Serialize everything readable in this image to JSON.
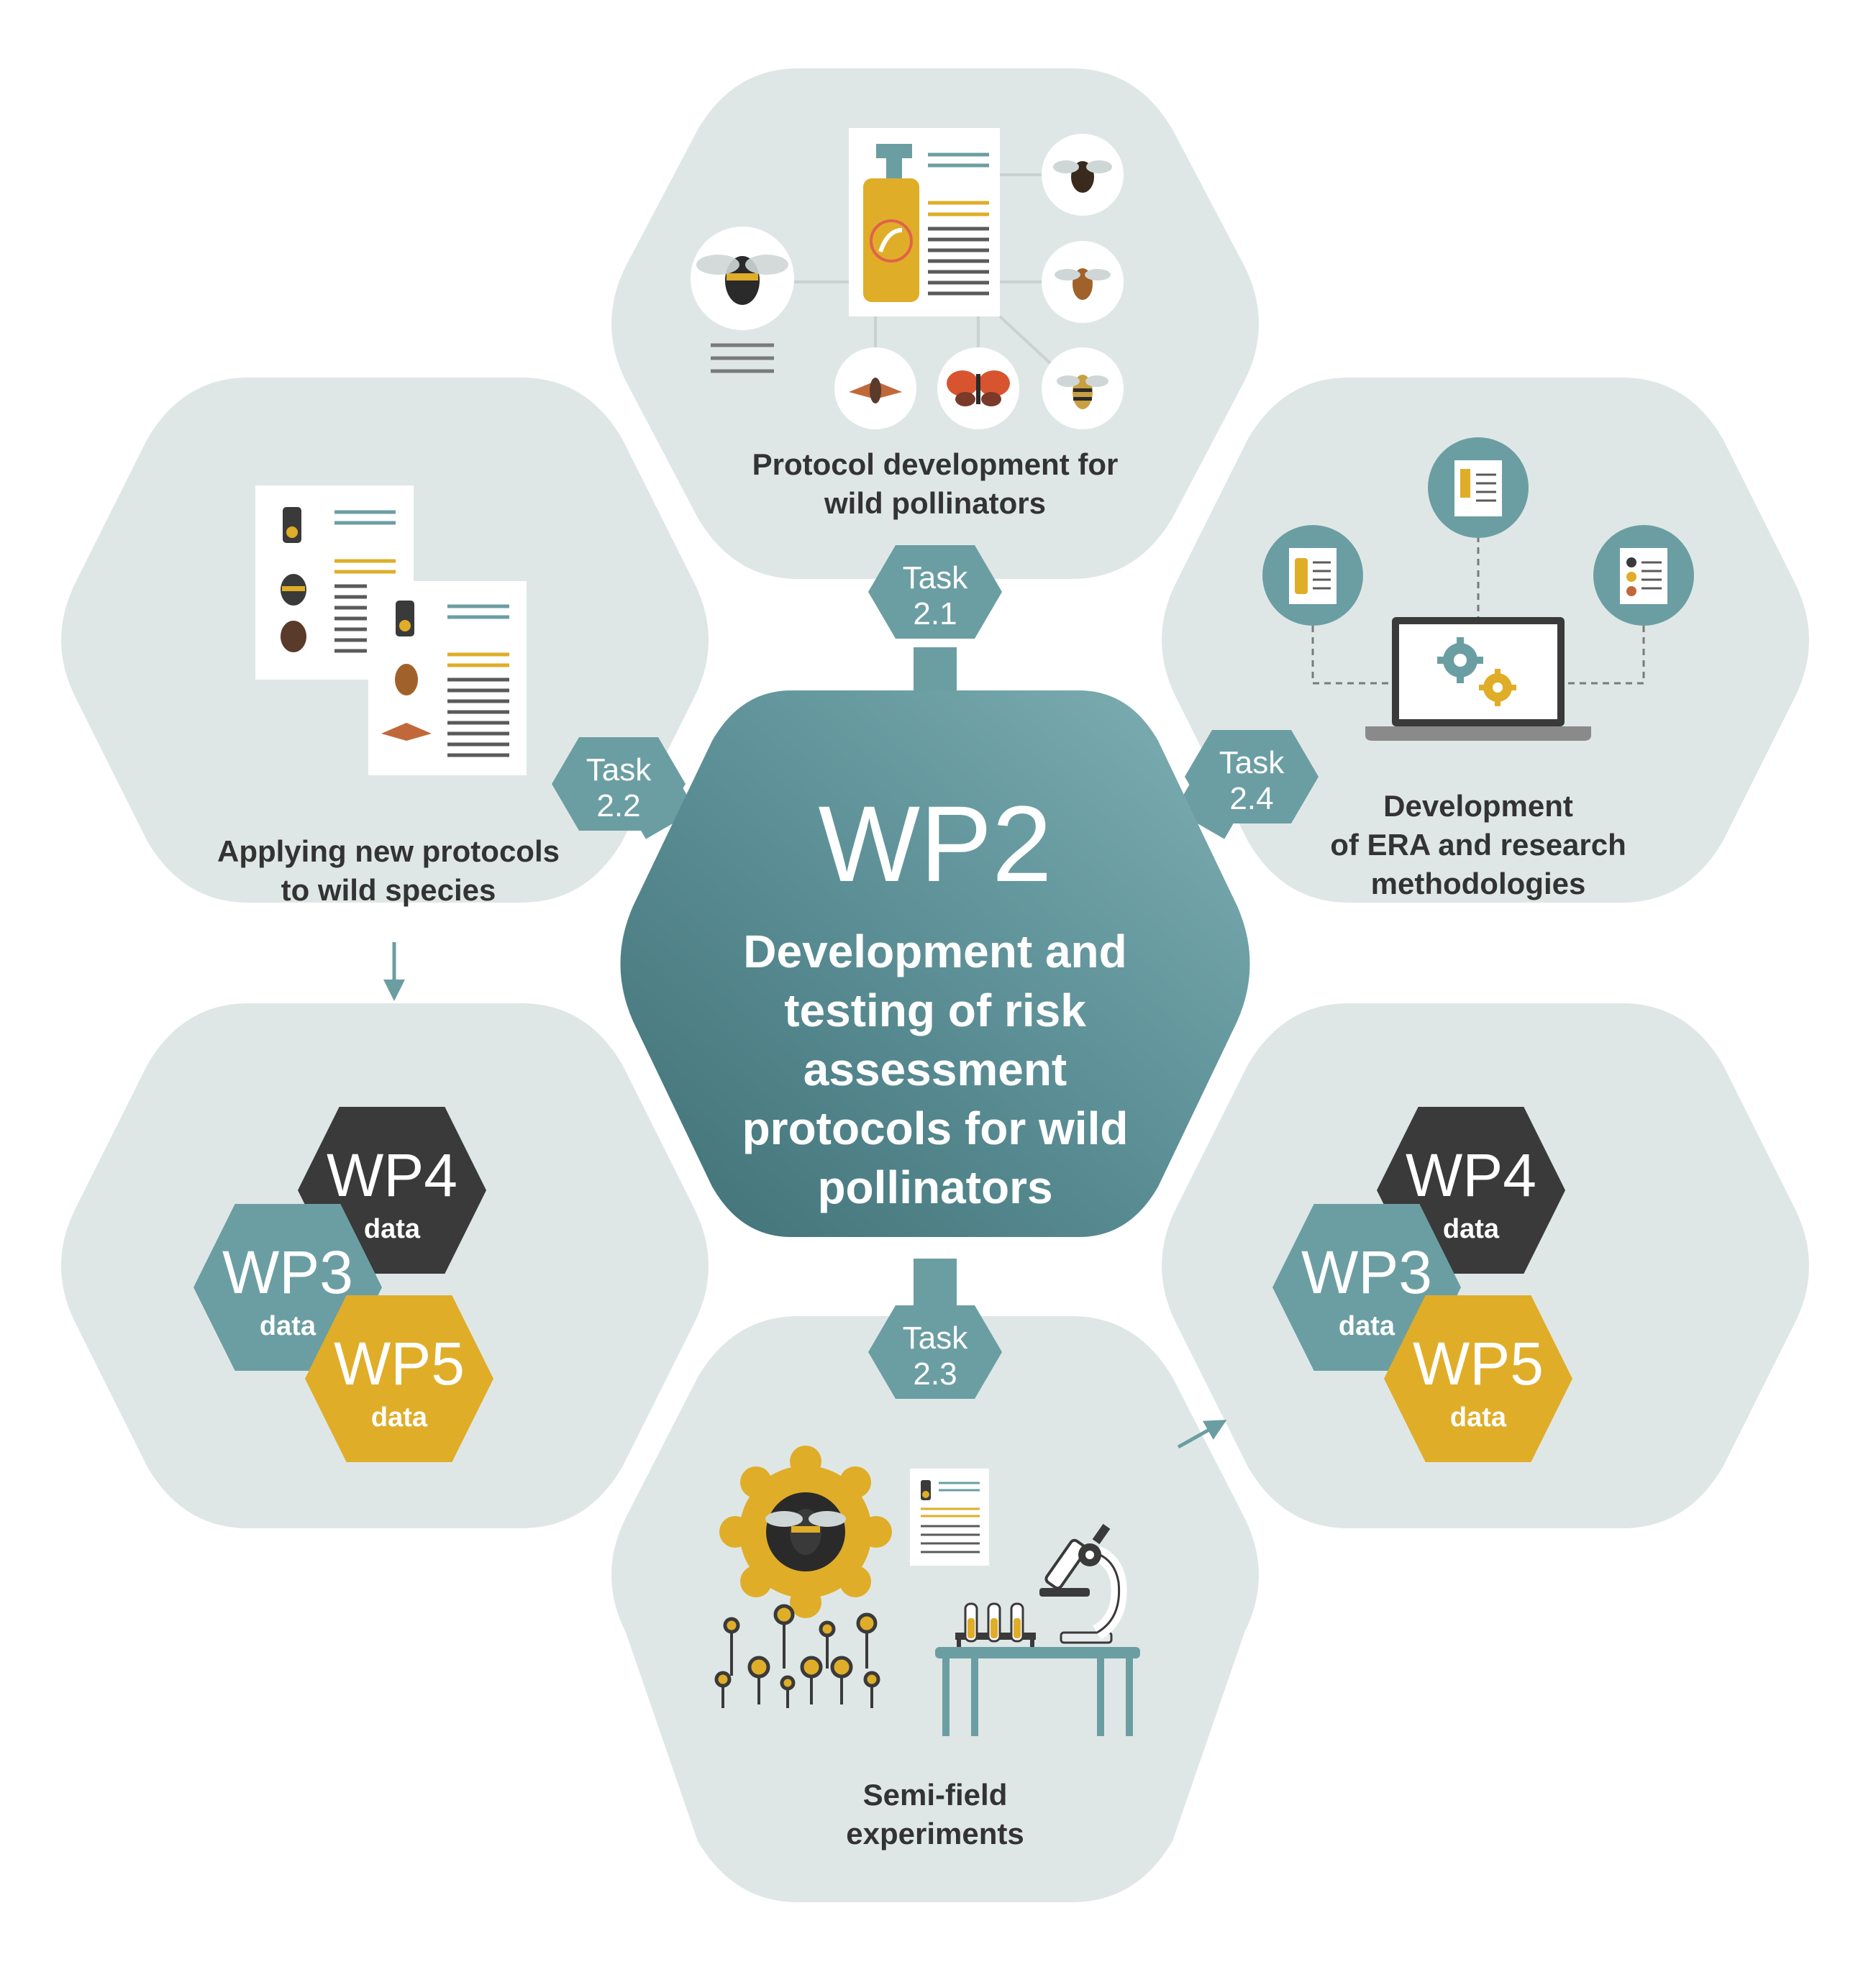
{
  "colors": {
    "hex_bg": "#dfe7e6",
    "teal": "#6b9ea3",
    "teal_dark": "#4e7f85",
    "charcoal": "#3a3a3a",
    "gold": "#e0ad28",
    "text_dark": "#333333",
    "white": "#ffffff",
    "doc_line": "#5a5a5a"
  },
  "center": {
    "title": "WP2",
    "subtitle_lines": [
      "Development and",
      "testing of risk",
      "assessment",
      "protocols for wild",
      "pollinators"
    ]
  },
  "tasks": [
    {
      "id": "t21",
      "line1": "Task",
      "line2": "2.1"
    },
    {
      "id": "t22",
      "line1": "Task",
      "line2": "2.2"
    },
    {
      "id": "t23",
      "line1": "Task",
      "line2": "2.3"
    },
    {
      "id": "t24",
      "line1": "Task",
      "line2": "2.4"
    }
  ],
  "panels": {
    "top": {
      "lines": [
        "Protocol development for",
        "wild pollinators"
      ]
    },
    "upper_left": {
      "lines": [
        "Applying new protocols",
        "to wild species"
      ]
    },
    "upper_right": {
      "lines": [
        "Development",
        "of ERA and research",
        "methodologies"
      ]
    },
    "bottom": {
      "lines": [
        "Semi-field",
        "experiments"
      ]
    }
  },
  "data_groups": [
    {
      "id": "left",
      "items": [
        {
          "title": "WP4",
          "sub": "data",
          "color": "charcoal"
        },
        {
          "title": "WP3",
          "sub": "data",
          "color": "teal"
        },
        {
          "title": "WP5",
          "sub": "data",
          "color": "gold"
        }
      ]
    },
    {
      "id": "right",
      "items": [
        {
          "title": "WP4",
          "sub": "data",
          "color": "charcoal"
        },
        {
          "title": "WP3",
          "sub": "data",
          "color": "teal"
        },
        {
          "title": "WP5",
          "sub": "data",
          "color": "gold"
        }
      ]
    }
  ]
}
